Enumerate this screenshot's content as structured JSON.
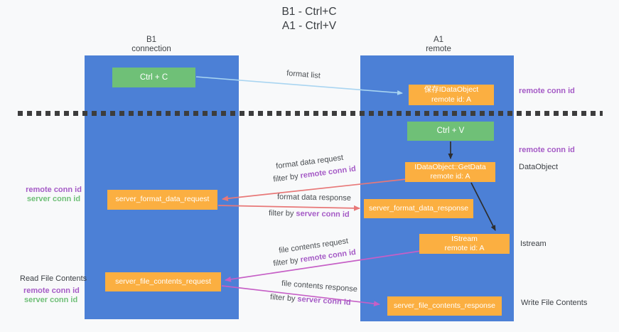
{
  "title": {
    "line1": "B1 - Ctrl+C",
    "line2": "A1 - Ctrl+V"
  },
  "lanes": {
    "left": {
      "name": "B1",
      "role": "connection"
    },
    "right": {
      "name": "A1",
      "role": "remote"
    }
  },
  "boxes": {
    "ctrl_c": {
      "label": "Ctrl + C"
    },
    "save_dataobject": {
      "line1": "保存IDataObject",
      "line2": "remote id: A"
    },
    "ctrl_v": {
      "label": "Ctrl + V"
    },
    "getdata": {
      "line1": "IDataObject::GetData",
      "line2": "remote id: A"
    },
    "format_request": {
      "label": "server_format_data_request"
    },
    "format_response": {
      "label": "server_format_data_response"
    },
    "istream": {
      "line1": "IStream",
      "line2": "remote id: A"
    },
    "file_request": {
      "label": "server_file_contents_request"
    },
    "file_response": {
      "label": "server_file_contents_response"
    }
  },
  "labels": {
    "format_list": "format list",
    "format_data_request": "format data request",
    "format_data_response": "format data response",
    "file_contents_request": "file contents request",
    "file_contents_response": "file contents response",
    "filter_by": "filter by",
    "remote_conn_id": "remote conn id",
    "server_conn_id": "server conn id",
    "dataobject": "DataObject",
    "istream": "Istream",
    "read_file_contents": "Read File Contents",
    "write_file_contents": "Write File Contents"
  },
  "colors": {
    "lane_blue": "#4c80d6",
    "box_green": "#6fc077",
    "box_orange": "#fbaf41",
    "arrow_red": "#e87878",
    "arrow_magenta": "#c65fc6",
    "arrow_lightblue": "#a9d5f1",
    "arrow_black": "#2d2d2d",
    "text_purple": "#a55bc6",
    "text_green": "#6fbf77",
    "dash_color": "#3d3d3d"
  }
}
